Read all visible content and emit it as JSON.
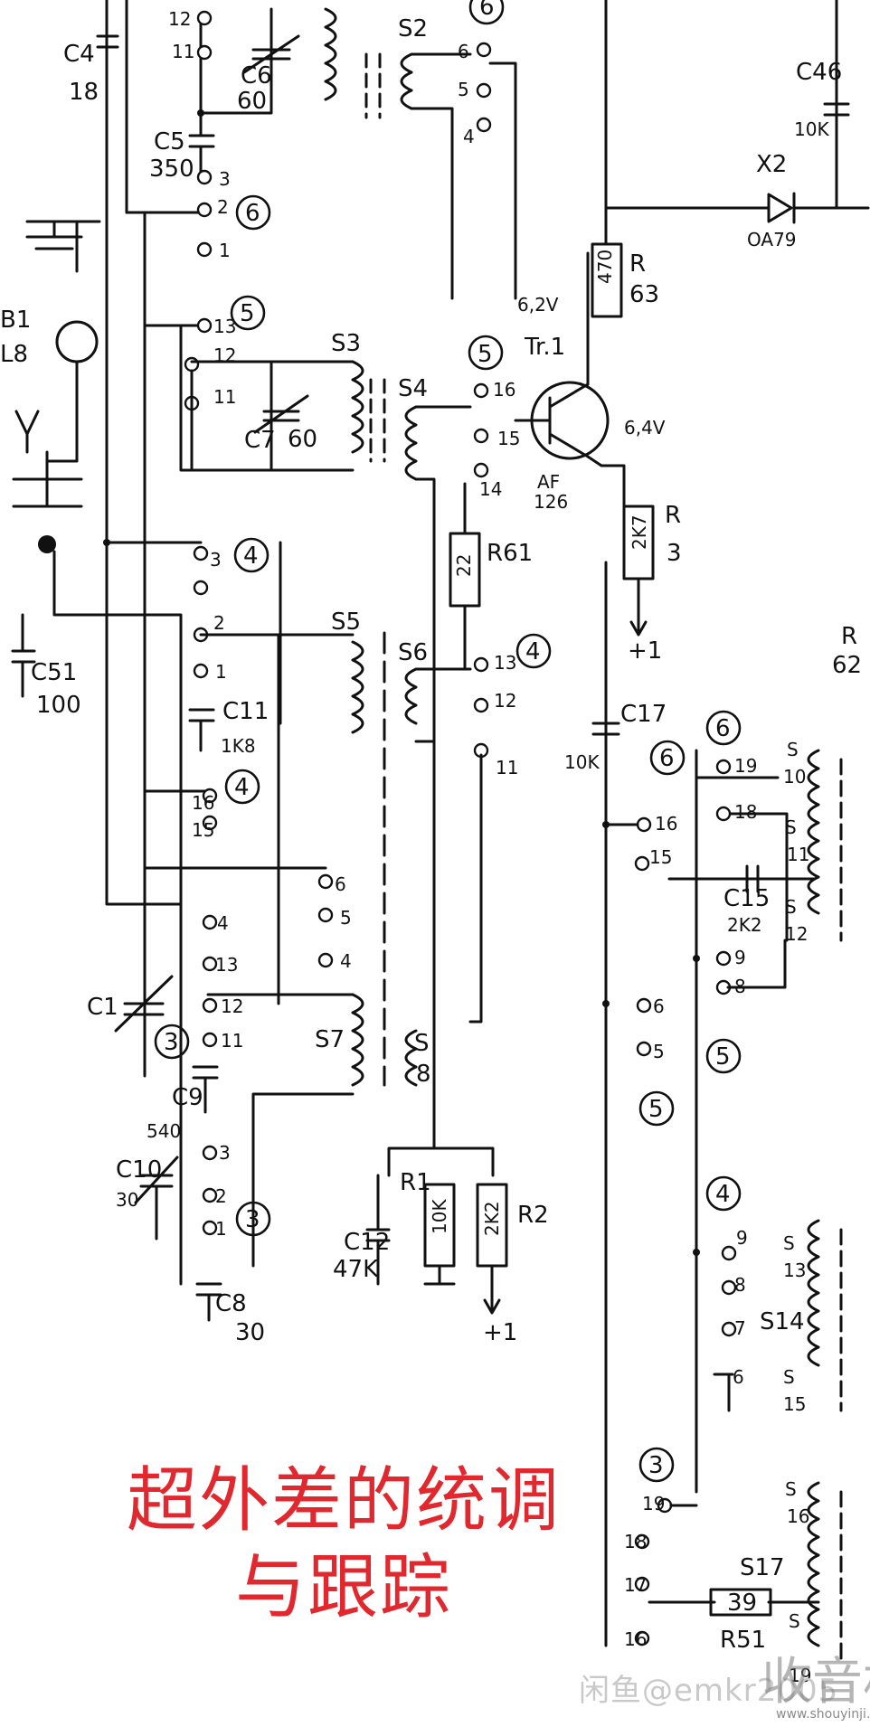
{
  "caption": {
    "line1": "超外差的统调",
    "line2": "与跟踪"
  },
  "watermark": {
    "site": "闲鱼@emkr2005",
    "logo": "收音机",
    "url": "www.shouyinji.com"
  },
  "colors": {
    "caption": "#e0282e",
    "ink": "#111111"
  },
  "components": {
    "c4": {
      "name": "C4",
      "value": "18"
    },
    "c5": {
      "name": "C5",
      "value": "350"
    },
    "c6": {
      "name": "C6",
      "value": "60"
    },
    "c7": {
      "name": "C7",
      "value": "60"
    },
    "c1": {
      "name": "C1"
    },
    "c9": {
      "name": "C9",
      "value": "540"
    },
    "c10": {
      "name": "C10",
      "value": "30"
    },
    "c8": {
      "name": "C8",
      "value": "30"
    },
    "c11": {
      "name": "C11",
      "value": "1K8"
    },
    "c12": {
      "name": "C12",
      "value": "47K"
    },
    "c51": {
      "name": "C51",
      "value": "100"
    },
    "c17": {
      "name": "C17",
      "value": "10K"
    },
    "c15": {
      "name": "C15",
      "value": "2K2"
    },
    "c46": {
      "name": "C46",
      "value": "10K"
    },
    "b1": {
      "name": "B1",
      "value": "L8"
    },
    "x2": {
      "name": "X2",
      "value": "OA79"
    },
    "r63": {
      "name": "R",
      "num": "63",
      "value": "470"
    },
    "r61": {
      "name": "R61",
      "value": "22"
    },
    "r3": {
      "name": "R",
      "num": "3",
      "value": "2K7"
    },
    "r1": {
      "name": "R1",
      "value": "10K"
    },
    "r2": {
      "name": "R2",
      "value": "2K2"
    },
    "r51": {
      "name": "R51",
      "value": "39"
    },
    "r62": {
      "name": "R",
      "num": "62"
    },
    "tr1": {
      "name": "Tr.1",
      "type": "AF",
      "part": "126",
      "vb": "6,2V",
      "ve": "6,4V"
    }
  },
  "coils": {
    "s2": "S2",
    "s3": "S3",
    "s4": "S4",
    "s5": "S5",
    "s6": "S6",
    "s7": "S7",
    "s8a": "S",
    "s8b": "8",
    "s14": "S14",
    "s17": "S17"
  },
  "supply": {
    "plus1": "+1"
  },
  "band_markers": [
    "6",
    "5",
    "4",
    "3"
  ]
}
